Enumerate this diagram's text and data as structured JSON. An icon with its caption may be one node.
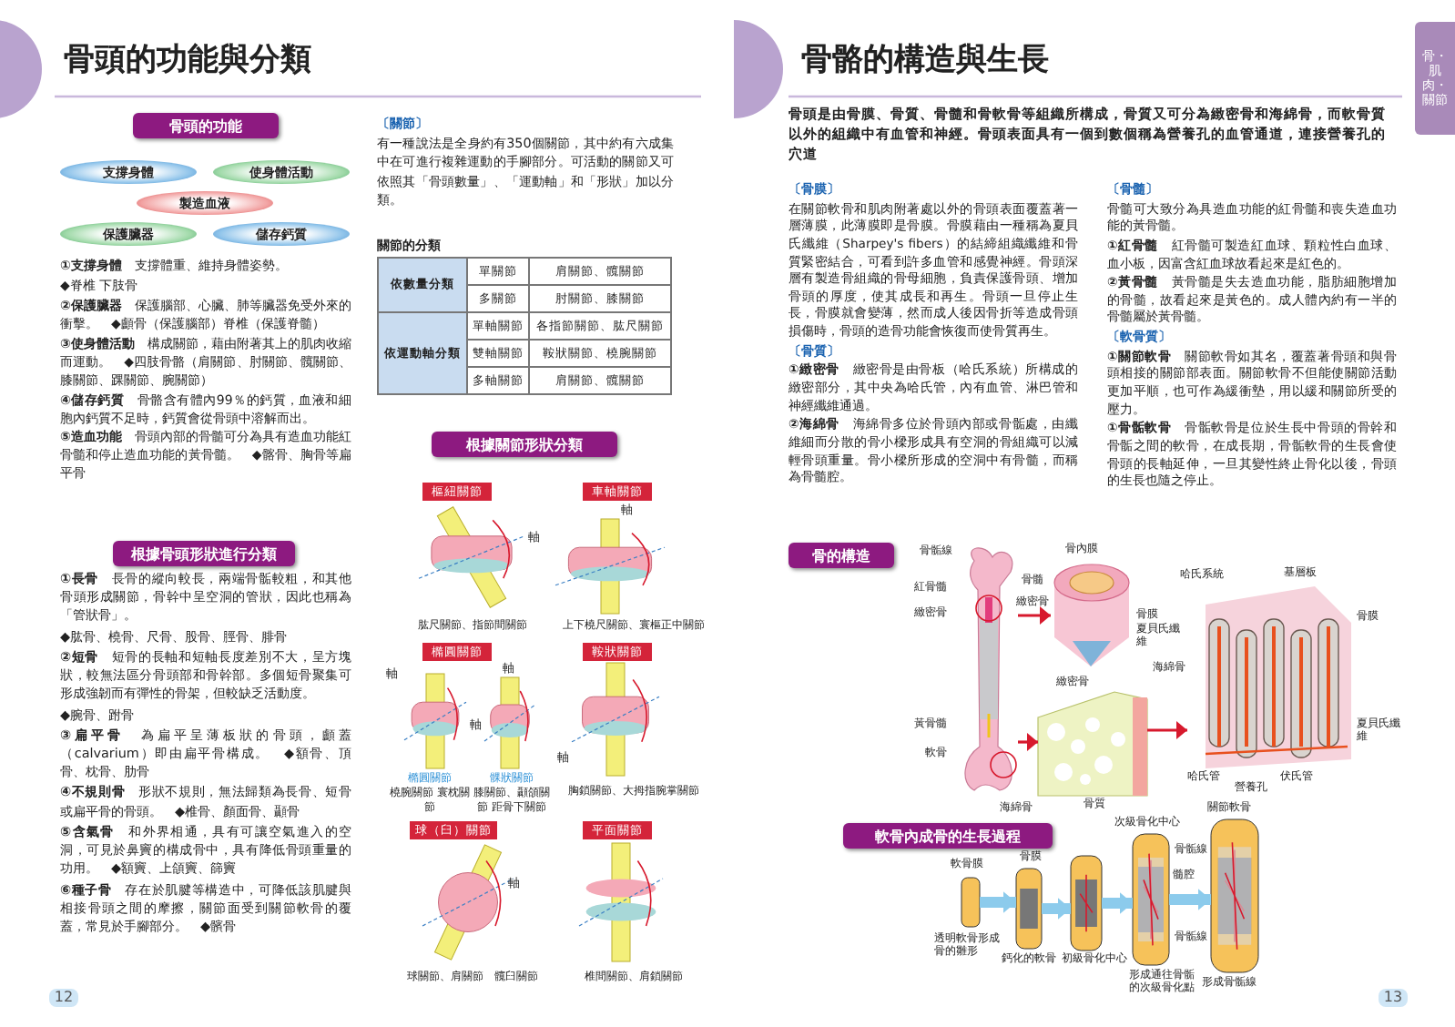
{
  "diagram": {
    "nodes": [
      {
        "text": [
          "骨頭的功能"
        ]
      },
      {
        "text": [
          "支撐身體"
        ]
      },
      {
        "text": [
          "使身體活動"
        ]
      },
      {
        "text": [
          "製造血液"
        ]
      },
      {
        "text": [
          "保護臟器"
        ]
      },
      {
        "text": [
          "儲存鈣質"
        ]
      },
      {
        "text": [
          "根據骨頭形狀進行分類"
        ]
      },
      {
        "text": [
          "根據關節形狀分類"
        ]
      },
      {
        "text": [
          "樞紐關節"
        ]
      },
      {
        "text": [
          "車軸關節"
        ]
      },
      {
        "text": [
          "橢圓關節"
        ]
      },
      {
        "text": [
          "鞍狀關節"
        ]
      },
      {
        "text": [
          "球（臼）關節"
        ]
      },
      {
        "text": [
          "平面關節"
        ]
      },
      {
        "text": [
          "骨的構造"
        ]
      },
      {
        "text": [],
        "shape": "picture"
      },
      {
        "text": [],
        "shape": "picture"
      },
      {
        "text": [],
        "shape": "picture"
      },
      {
        "text": [],
        "shape": "picture"
      },
      {
        "text": [
          "軟骨內成骨的生長過程"
        ]
      },
      {
        "text": [],
        "shape": "picture"
      },
      {
        "text": [],
        "shape": "picture"
      },
      {
        "text": [],
        "shape": "picture"
      },
      {
        "text": [],
        "shape": "picture"
      },
      {
        "text": [],
        "shape": "picture"
      },
      {
        "text": [
          "骨・肌肉・關節"
        ]
      }
    ],
    "edges": [
      {
        "from": 15,
        "to": 16,
        "arrow": "to",
        "color": "#d7192d"
      },
      {
        "from": 15,
        "to": 17,
        "arrow": "to",
        "color": "#d7192d"
      },
      {
        "from": 17,
        "to": 18,
        "arrow": "to",
        "color": "#d7192d"
      },
      {
        "from": 20,
        "to": 21,
        "arrow": "to"
      },
      {
        "from": 21,
        "to": 22,
        "arrow": "to"
      },
      {
        "from": 22,
        "to": 23,
        "arrow": "to"
      },
      {
        "from": 23,
        "to": 24,
        "arrow": "to"
      }
    ],
    "labels": [
      "骨頭的功能與分類",
      "**①支撐身體**　支撐體重、維持身體姿勢。",
      "◆脊椎 下肢骨",
      "**②保護臟器**　保護腦部、心臟、肺等臟器免受外來的衝擊。　◆顱骨（保護腦部）脊椎（保護脊髓）",
      "**③使身體活動**　構成關節，藉由附著其上的肌肉收縮而運動。　◆四肢骨骼（肩關節、肘關節、髖關節、膝關節、踝關節、腕關節）",
      "**④儲存鈣質**　骨骼含有體內99％的鈣質，血液和細胞內鈣質不足時，鈣質會從骨頭中溶解而出。",
      "**⑤造血功能**　骨頭內部的骨髓可分為具有造血功能紅骨髓和停止造血功能的黃骨髓。　◆髂骨、胸骨等扁平骨",
      "**①長骨**　長骨的縱向較長，兩端骨骺較粗，和其他骨頭形成關節，骨幹中呈空洞的管狀，因此也稱為「管狀骨」。",
      "◆肱骨、橈骨、尺骨、股骨、脛骨、腓骨",
      "**②短骨**　短骨的長軸和短軸長度差別不大，呈方塊狀，較無法區分骨頭部和骨幹部。多個短骨聚集可形成強韌而有彈性的骨架，但較缺乏活動度。",
      "◆腕骨、跗骨",
      "**③扁平骨**　為扁平呈薄板狀的骨頭，顱蓋（calvarium）即由扁平骨構成。　◆額骨、頂骨、枕骨、肋骨",
      "**④不規則骨**　形狀不規則，無法歸類為長骨、短骨或扁平骨的骨頭。　◆椎骨、顏面骨、顳骨",
      "**⑤含氣骨**　和外界相通，具有可讓空氣進入的空洞，可見於鼻竇的構成骨中，具有降低骨頭重量的功用。　◆額竇、上頜竇、篩竇",
      "**⑥種子骨**　存在於肌腱等構造中，可降低該肌腱與相接骨頭之間的摩擦，關節面受到關節軟骨的覆蓋，常見於手腳部分。　◆髕骨",
      "12",
      "〔關節〕",
      "有一種說法是全身約有350個關節，其中約有六成集中在可進行複雜運動的手腳部分。可活動的關節又可依照其「骨頭數量」、「運動軸」和「形狀」加以分類。",
      "關節的分類",
      "依數量分類",
      "單關節",
      "肩關節、髖關節",
      "多關節",
      "肘關節、膝關節",
      "依運動軸分類",
      "單軸關節",
      "各指節關節、肱尺關節",
      "雙軸關節",
      "鞍狀關節、橈腕關節",
      "多軸關節",
      "肩關節、髖關節",
      "軸",
      "肱尺關節、指節間關節",
      "軸",
      "上下橈尺關節、寰樞正中關節",
      "軸",
      "軸",
      "軸",
      "橢圓關節",
      "髁狀關節",
      "橈腕關節 寰枕關節",
      "膝關節、顳頜關節 距骨下關節",
      "軸",
      "胸鎖關節、大拇指腕掌關節",
      "軸",
      "球關節、肩關節　髖臼關節",
      "椎間關節、肩鎖關節",
      "骨骼的構造與生長",
      "骨頭是由骨膜、骨質、骨髓和骨軟骨等組織所構成，骨質又可分為緻密骨和海綿骨，而軟骨質以外的組織中有血管和神經。骨頭表面具有一個到數個稱為營養孔的血管通道，連接營養孔的穴道",
      "〔骨膜〕",
      "在關節軟骨和肌肉附著處以外的骨頭表面覆蓋著一層薄膜，此薄膜即是骨膜。骨膜藉由一種稱為夏貝氏纖維（Sharpey's fibers）的結締組織纖維和骨質緊密結合，可看到許多血管和感覺神經。骨頭深層有製造骨組織的骨母細胞，負責保護骨頭、增加骨頭的厚度，使其成長和再生。骨頭一旦停止生長，骨膜就會變薄，然而成人後因骨折等造成骨頭損傷時，骨頭的造骨功能會恢復而使骨質再生。",
      "〔骨質〕",
      "**①緻密骨**　緻密骨是由骨板（哈氏系統）所構成的緻密部分，其中央為哈氏管，內有血管、淋巴管和神經纖維通過。",
      "**②海綿骨**　海綿骨多位於骨頭內部或骨骺處，由纖維細而分散的骨小樑形成具有空洞的骨組織可以減輕骨頭重量。骨小樑所形成的空洞中有骨髓，而稱為骨髓腔。",
      "〔骨髓〕",
      "骨髓可大致分為具造血功能的紅骨髓和喪失造血功能的黃骨髓。",
      "**①紅骨髓**　紅骨髓可製造紅血球、顆粒性白血球、血小板，因富含紅血球故看起來是紅色的。",
      "**②黃骨髓**　黃骨髓是失去造血功能，脂肪細胞增加的骨髓，故看起來是黃色的。成人體內約有一半的骨髓屬於黃骨髓。",
      "〔軟骨質〕",
      "**①關節軟骨**　關節軟骨如其名，覆蓋著骨頭和與骨頭相接的關節部表面。關節軟骨不但能使關節活動更加平順，也可作為緩衝墊，用以緩和關節所受的壓力。",
      "**①骨骺軟骨**　骨骺軟骨是位於生長中骨頭的骨幹和骨骺之間的軟骨，在成長期，骨骺軟骨的生長會使骨頭的長軸延伸，一旦其變性終止骨化以後，骨頭的生長也隨之停止。",
      "13",
      "骨骺線",
      "紅骨髓",
      "緻密骨",
      "黃骨髓",
      "軟骨",
      "骨內膜",
      "骨髓",
      "緻密骨",
      "骨膜",
      "夏貝氏纖維",
      "緻密骨",
      "海綿骨",
      "骨質",
      "哈氏系統",
      "基層板",
      "骨膜",
      "海綿骨",
      "哈氏管",
      "營養孔",
      "伏氏管",
      "夏貝氏纖維",
      "軟骨膜",
      "透明軟骨形成骨的雛形",
      "骨膜",
      "鈣化的軟骨",
      "初級骨化中心",
      "次級骨化中心",
      "髓腔",
      "形成通往骨骺的次級骨化點",
      "關節軟骨",
      "骨骺線",
      "骨骺線",
      "形成骨骺線"
    ]
  }
}
